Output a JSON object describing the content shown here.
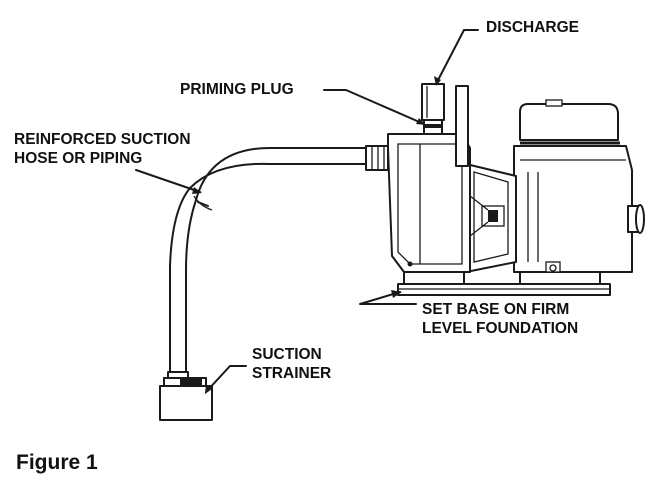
{
  "labels": {
    "discharge": "DISCHARGE",
    "priming_plug": "PRIMING PLUG",
    "suction_hose_line1": "REINFORCED SUCTION",
    "suction_hose_line2": "HOSE OR PIPING",
    "base_line1": "SET BASE ON FIRM",
    "base_line2": "LEVEL FOUNDATION",
    "strainer_line1": "SUCTION",
    "strainer_line2": "STRAINER"
  },
  "caption": "Figure 1"
}
